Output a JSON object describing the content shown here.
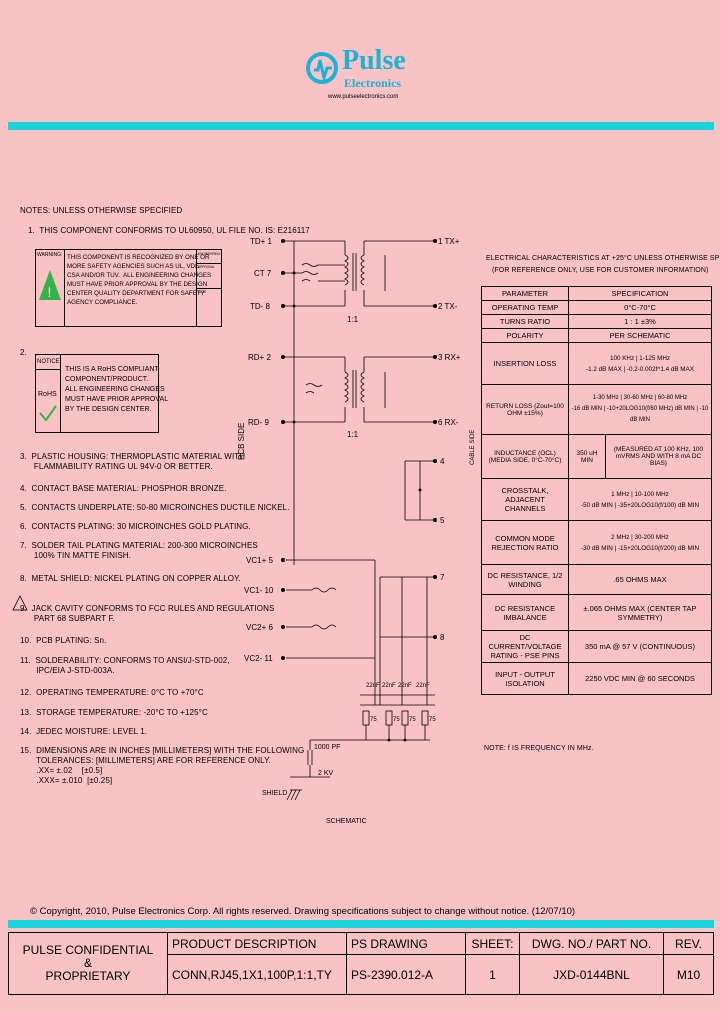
{
  "header": {
    "brand": "Pulse",
    "brand_sub": "Electronics",
    "url": "www.pulseelectronics.com"
  },
  "notes": {
    "title": "NOTES: UNLESS OTHERWISE SPECIFIED",
    "n1": "1.  THIS COMPONENT CONFORMS TO UL60950, UL FILE NO. IS: E216117",
    "n1_warning_label": "WARNING:",
    "n1_warning_text": "THIS COMPONENT IS RECOGNIZED BY ONE OR\nMORE SAFETY AGENCIES SUCH AS UL, VDE\nCSA AND/OR TUV.  ALL ENGINEERING CHANGES\nMUST HAVE PRIOR APPROVAL BY THE DESIGN\nCENTER QUALITY DEPARTMENT FOR SAFETY\nAGENCY COMPLIANCE.",
    "n1_side_a": "ENGINEERING",
    "n1_side_b": "APPROVAL",
    "n1_side_c": "DATE",
    "n2": "2.",
    "n2_notice": "NOTICE",
    "n2_rohs": "RoHS",
    "n2_text": "THIS IS A RoHS COMPLIANT\nCOMPONENT/PRODUCT.\nALL ENGINEERING CHANGES\nMUST HAVE PRIOR APPROVAL\nBY THE DESIGN CENTER.",
    "items": [
      "3.  PLASTIC HOUSING: THERMOPLASTIC MATERIAL WITH\n      FLAMMABILITY RATING UL 94V-0 OR BETTER.",
      "4.  CONTACT BASE MATERIAL: PHOSPHOR BRONZE.",
      "5.  CONTACTS UNDERPLATE: 50-80 MICROINCHES DUCTILE NICKEL.",
      "6.  CONTACTS PLATING: 30 MICROINCHES GOLD PLATING.",
      "7.  SOLDER TAIL PLATING MATERIAL: 200-300 MICROINCHES\n      100% TIN MATTE FINISH.",
      "8.  METAL SHIELD: NICKEL PLATING ON COPPER ALLOY.",
      "9.  JACK CAVITY CONFORMS TO FCC RULES AND REGULATIONS\n      PART 68 SUBPART F.",
      "10.  PCB PLATING: Sn.",
      "11.  SOLDERABILITY: CONFORMS TO ANSI/J-STD-002,\n       IPC/EIA J-STD-003A.",
      "12.  OPERATING TEMPERATURE: 0°C TO +70°C",
      "13.  STORAGE TEMPERATURE: -20°C TO +125°C",
      "14.  JEDEC MOISTURE: LEVEL 1.",
      "15.  DIMENSIONS ARE IN INCHES [MILLIMETERS] WITH THE FOLLOWING\n       TOLERANCES: [MILLIMETERS] ARE FOR REFERENCE ONLY.\n       .XX= ±.02    [±0.5]\n       .XXX= ±.010  [±0.25]"
    ]
  },
  "schematic": {
    "pins_left": [
      "TD+ 1",
      "CT 7",
      "TD- 8",
      "RD+ 2",
      "RD- 9",
      "VC1+ 5",
      "VC1- 10",
      "VC2+ 6",
      "VC2- 11"
    ],
    "pins_right": [
      "1 TX+",
      "2 TX-",
      "3 RX+",
      "6 RX-",
      "4",
      "5",
      "7",
      "8"
    ],
    "ratio_1": "1:1",
    "ratio_2": "1:1",
    "pcb_side": "PCB SIDE",
    "cable_side": "CABLE SIDE",
    "cap_labels": [
      "22nF",
      "22nF",
      "22nF",
      "22nF"
    ],
    "res_labels": [
      "75",
      "75",
      "75",
      "75"
    ],
    "hv_cap": "1000 PF",
    "hv_volt": "2 KV",
    "shield": "SHIELD",
    "title": "SCHEMATIC"
  },
  "elec": {
    "title_line1": "ELECTRICAL CHARACTERISTICS AT +25°C UNLESS OTHERWISE SPECIFIED",
    "title_line2": "(FOR REFERENCE ONLY, USE FOR CUSTOMER INFORMATION)",
    "rows": [
      [
        "PARAMETER",
        "SPECIFICATION"
      ],
      [
        "OPERATING TEMP",
        "0°C-70°C"
      ],
      [
        "TURNS RATIO",
        "1 : 1 ±3%"
      ],
      [
        "POLARITY",
        "PER SCHEMATIC"
      ],
      [
        "INSERTION LOSS",
        "100 KHz | 1-125 MHz",
        "-1.2 dB MAX | -0.2-0.002f^1.4 dB MAX"
      ],
      [
        "RETURN LOSS (Zout=100 OHM ±15%)",
        "1-30 MHz | 30-60 MHz | 60-80 MHz",
        "-16 dB MIN | -10+20LOG10(f/60 MHz) dB MIN | -10 dB MIN"
      ],
      [
        "INDUCTANCE (OCL) (MEDIA SIDE, 0°C-70°C)",
        "350 uH MIN",
        "(MEASURED AT 100 KHz, 100 mVRMS AND WITH 8 mA DC BIAS)"
      ],
      [
        "CROSSTALK, ADJACENT CHANNELS",
        "1 MHz | 10-100 MHz",
        "-50 dB MIN | -35+20LOG10(f/100) dB MIN"
      ],
      [
        "COMMON MODE REJECTION RATIO",
        "2 MHz | 30-200 MHz",
        "-30 dB MIN | -15+20LOG10(f/200) dB MIN"
      ],
      [
        "DC RESISTANCE, 1/2 WINDING",
        ".65 OHMS MAX"
      ],
      [
        "DC RESISTANCE IMBALANCE",
        "±.065 OHMS MAX (CENTER TAP SYMMETRY)"
      ],
      [
        "DC CURRENT/VOLTAGE RATING - PSE PINS",
        "350 mA @ 57 V (CONTINUOUS)"
      ],
      [
        "INPUT - OUTPUT ISOLATION",
        "2250 VDC MIN @ 60 SECONDS"
      ]
    ],
    "note": "NOTE: f IS FREQUENCY IN MHz."
  },
  "footer": {
    "copyright": "© Copyright, 2010, Pulse Electronics Corp. All rights reserved. Drawing specifications subject to change without notice. (12/07/10)",
    "conf_1": "PULSE CONFIDENTIAL",
    "conf_2": "&",
    "conf_3": "PROPRIETARY",
    "h_desc": "PRODUCT DESCRIPTION",
    "h_ps": "PS DRAWING",
    "h_sheet": "SHEET:",
    "h_dwg": "DWG. NO./ PART NO.",
    "h_rev": "REV.",
    "v_desc": "CONN,RJ45,1X1,100P,1:1,TY",
    "v_ps": "PS-2390.012-A",
    "v_sheet": "1",
    "v_dwg": "JXD-0144BNL",
    "v_rev": "M10"
  },
  "colors": {
    "background": "#f9c3c6",
    "accent": "#19d3dc",
    "logo": "#1bb3d6",
    "warning": "#33b34a"
  }
}
